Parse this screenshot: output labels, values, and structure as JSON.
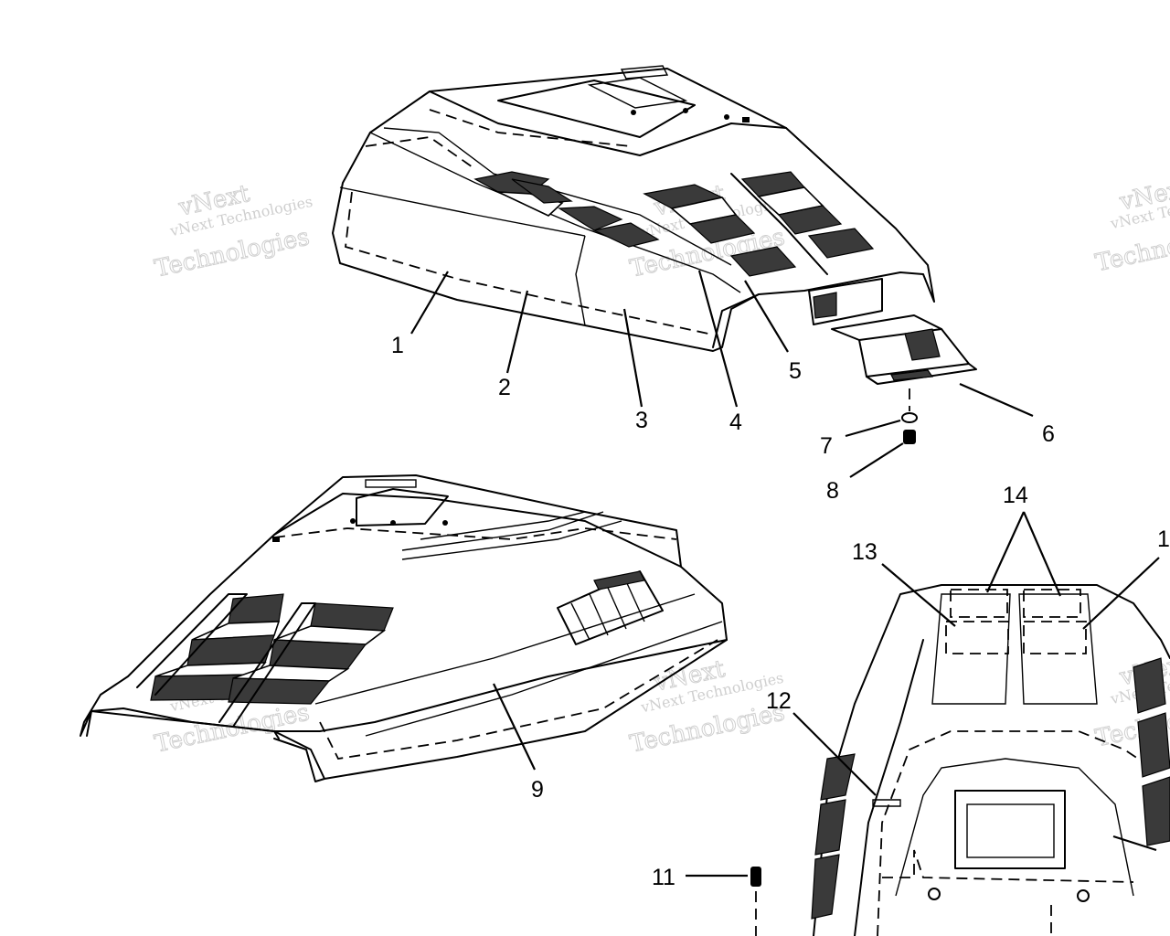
{
  "callouts": {
    "c1": "1",
    "c2": "2",
    "c3": "3",
    "c4": "4",
    "c5": "5",
    "c6": "6",
    "c7": "7",
    "c8": "8",
    "c9": "9",
    "c11": "11",
    "c12": "12",
    "c13": "13",
    "c14": "14",
    "c15": "1"
  },
  "watermark": {
    "line1": "vNext",
    "line2": "vNext Technologies",
    "line3": "Technologies"
  }
}
